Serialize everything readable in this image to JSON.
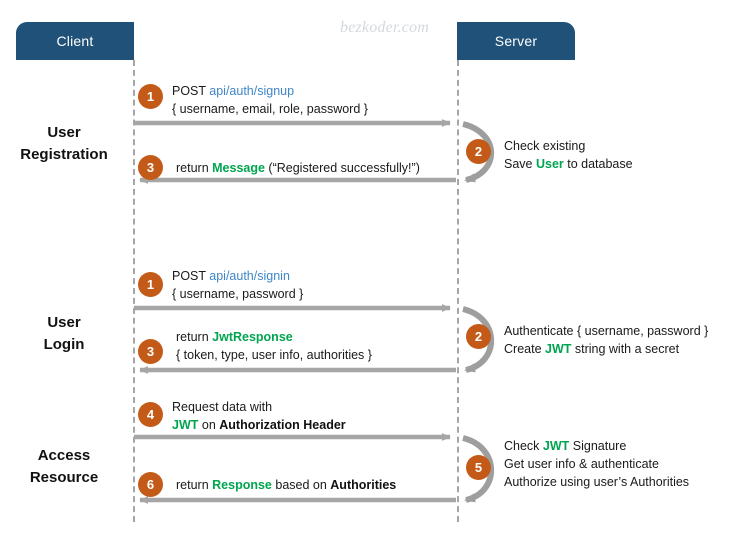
{
  "watermark": "bezkoder.com",
  "actors": {
    "client": "Client",
    "server": "Server"
  },
  "colors": {
    "actor_box": "#1f5179",
    "badge": "#c35a18",
    "lifeline": "#a6a6a6",
    "arrow": "#a6a6a6",
    "keyword_blue": "#3f86c8",
    "keyword_green": "#00a550",
    "watermark": "#d5d8dd"
  },
  "sections": [
    {
      "label_line1": "User",
      "label_line2": "Registration"
    },
    {
      "label_line1": "User",
      "label_line2": "Login"
    },
    {
      "label_line1": "Access",
      "label_line2": "Resource"
    }
  ],
  "messages": {
    "m1": {
      "badge": "1",
      "line1_a": "POST ",
      "line1_b": "api/auth/signup",
      "line2": "{ username, email, role, password }"
    },
    "m2": {
      "badge": "2",
      "line1": "Check existing",
      "line2_a": "Save ",
      "line2_b": "User",
      "line2_c": " to database"
    },
    "m3": {
      "badge": "3",
      "line1_a": "return ",
      "line1_b": "Message",
      "line1_c": " (“Registered successfully!”)"
    },
    "m4": {
      "badge": "1",
      "line1_a": "POST ",
      "line1_b": "api/auth/signin",
      "line2": "{ username, password }"
    },
    "m5": {
      "badge": "2",
      "line1": "Authenticate { username, password }",
      "line2_a": "Create ",
      "line2_b": "JWT",
      "line2_c": " string with a secret"
    },
    "m6": {
      "badge": "3",
      "line1_a": "return ",
      "line1_b": "JwtResponse",
      "line2": "{ token, type, user info, authorities }"
    },
    "m7": {
      "badge": "4",
      "line1": "Request  data with",
      "line2_a": "JWT",
      "line2_b": " on ",
      "line2_c": "Authorization Header"
    },
    "m8": {
      "badge": "5",
      "line1_a": "Check ",
      "line1_b": "JWT",
      "line1_c": " Signature",
      "line2": "Get user info & authenticate",
      "line3": "Authorize using user’s Authorities"
    },
    "m9": {
      "badge": "6",
      "line1_a": "return ",
      "line1_b": "Response",
      "line1_c": " based on ",
      "line1_d": "Authorities"
    }
  }
}
